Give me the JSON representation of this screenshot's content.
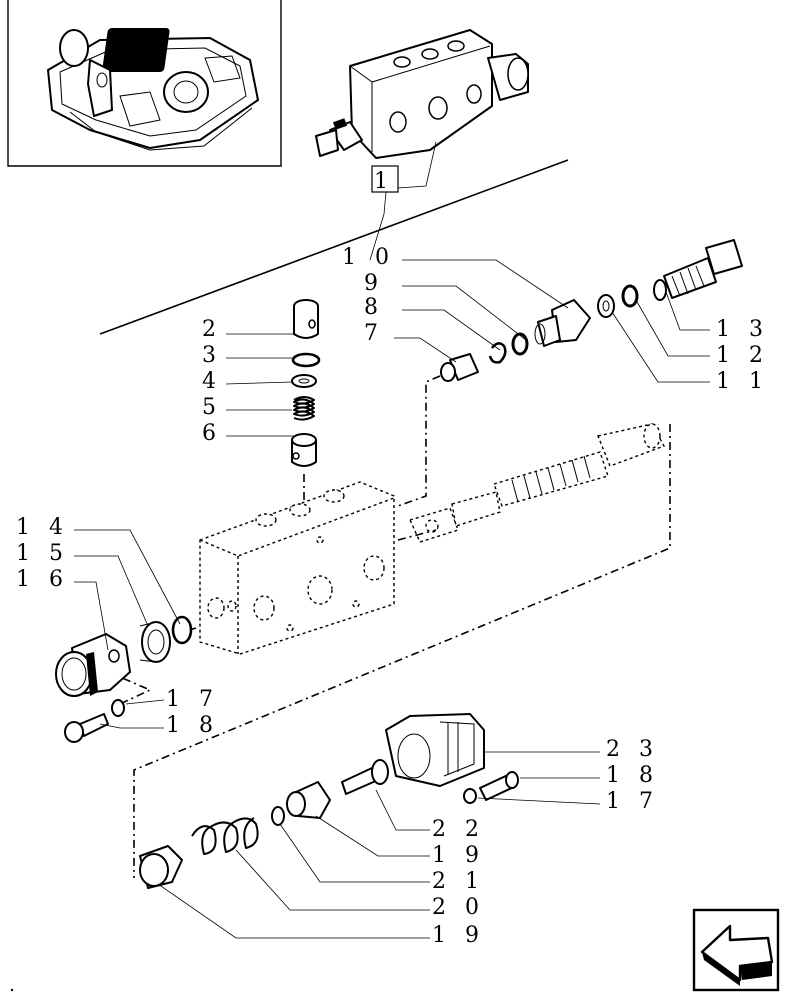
{
  "callouts": {
    "c10": "1 0",
    "c9": "9",
    "c8": "8",
    "c7": "7",
    "c13": "1 3",
    "c12": "1 2",
    "c11": "1 1",
    "c2": "2",
    "c3": "3",
    "c4": "4",
    "c5": "5",
    "c6": "6",
    "c14": "1 4",
    "c15": "1 5",
    "c16": "1 6",
    "c17a": "1 7",
    "c18a": "1 8",
    "c23": "2 3",
    "c18b": "1 8",
    "c17b": "1 7",
    "c22": "2 2",
    "c19a": "1 9",
    "c21": "2 1",
    "c20": "2 0",
    "c19b": "1 9"
  },
  "reference_box": "1",
  "nav_icon": "arrow-back-icon"
}
